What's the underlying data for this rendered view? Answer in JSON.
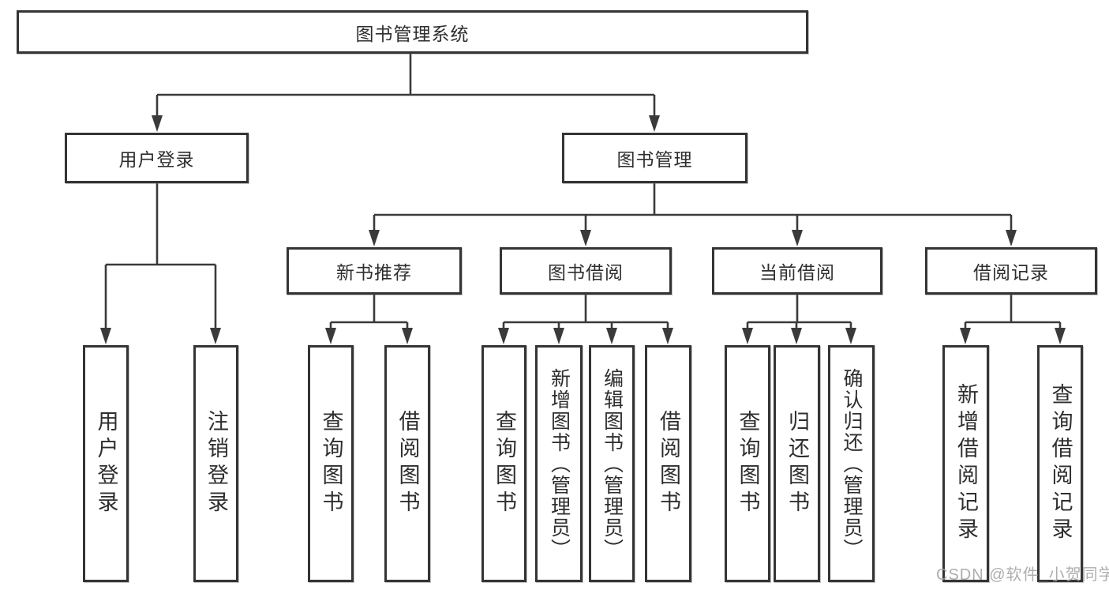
{
  "diagram_title": "图书管理系统",
  "tree": {
    "label": "图书管理系统",
    "children": [
      {
        "label": "用户登录",
        "children": [
          {
            "label": "用户登录"
          },
          {
            "label": "注销登录"
          }
        ]
      },
      {
        "label": "图书管理",
        "children": [
          {
            "label": "新书推荐",
            "children": [
              {
                "label": "查询图书"
              },
              {
                "label": "借阅图书"
              }
            ]
          },
          {
            "label": "图书借阅",
            "children": [
              {
                "label": "查询图书"
              },
              {
                "label": "新增图书（管理员）"
              },
              {
                "label": "编辑图书（管理员）"
              },
              {
                "label": "借阅图书"
              }
            ]
          },
          {
            "label": "当前借阅",
            "children": [
              {
                "label": "查询图书"
              },
              {
                "label": "归还图书"
              },
              {
                "label": "确认归还（管理员）"
              }
            ]
          },
          {
            "label": "借阅记录",
            "children": [
              {
                "label": "新增借阅记录"
              },
              {
                "label": "查询借阅记录"
              }
            ]
          }
        ]
      }
    ]
  },
  "watermark": {
    "text": "CSDN @软件_小贺同学"
  },
  "colors": {
    "line": "#3a3a3a",
    "box_border": "#343434",
    "text": "#2e2e2e",
    "watermark": "#a5a5a5",
    "background": "#ffffff"
  }
}
